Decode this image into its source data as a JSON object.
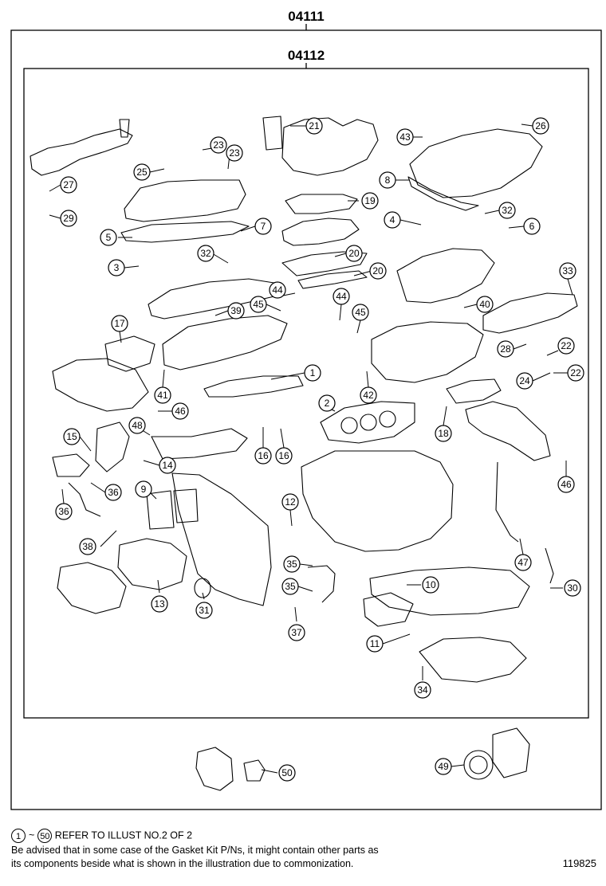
{
  "kits": {
    "outer": "04111",
    "inner": "04112"
  },
  "callouts": [
    {
      "id": "c21",
      "label": "21"
    },
    {
      "id": "c26",
      "label": "26"
    },
    {
      "id": "c43",
      "label": "43"
    },
    {
      "id": "c23a",
      "label": "23"
    },
    {
      "id": "c23b",
      "label": "23"
    },
    {
      "id": "c25",
      "label": "25"
    },
    {
      "id": "c27",
      "label": "27"
    },
    {
      "id": "c29",
      "label": "29"
    },
    {
      "id": "c8",
      "label": "8"
    },
    {
      "id": "c19",
      "label": "19"
    },
    {
      "id": "c4",
      "label": "4"
    },
    {
      "id": "c32a",
      "label": "32"
    },
    {
      "id": "c6",
      "label": "6"
    },
    {
      "id": "c5",
      "label": "5"
    },
    {
      "id": "c7",
      "label": "7"
    },
    {
      "id": "c32b",
      "label": "32"
    },
    {
      "id": "c20a",
      "label": "20"
    },
    {
      "id": "c3",
      "label": "3"
    },
    {
      "id": "c20b",
      "label": "20"
    },
    {
      "id": "c33",
      "label": "33"
    },
    {
      "id": "c44a",
      "label": "44"
    },
    {
      "id": "c44b",
      "label": "44"
    },
    {
      "id": "c45a",
      "label": "45"
    },
    {
      "id": "c45b",
      "label": "45"
    },
    {
      "id": "c39",
      "label": "39"
    },
    {
      "id": "c40",
      "label": "40"
    },
    {
      "id": "c17",
      "label": "17"
    },
    {
      "id": "c28",
      "label": "28"
    },
    {
      "id": "c22a",
      "label": "22"
    },
    {
      "id": "c22b",
      "label": "22"
    },
    {
      "id": "c24",
      "label": "24"
    },
    {
      "id": "c1",
      "label": "1"
    },
    {
      "id": "c41",
      "label": "41"
    },
    {
      "id": "c42",
      "label": "42"
    },
    {
      "id": "c2",
      "label": "2"
    },
    {
      "id": "c18",
      "label": "18"
    },
    {
      "id": "c46a",
      "label": "46"
    },
    {
      "id": "c48",
      "label": "48"
    },
    {
      "id": "c15",
      "label": "15"
    },
    {
      "id": "c16a",
      "label": "16"
    },
    {
      "id": "c16b",
      "label": "16"
    },
    {
      "id": "c14",
      "label": "14"
    },
    {
      "id": "c46b",
      "label": "46"
    },
    {
      "id": "c9",
      "label": "9"
    },
    {
      "id": "c36a",
      "label": "36"
    },
    {
      "id": "c36b",
      "label": "36"
    },
    {
      "id": "c12",
      "label": "12"
    },
    {
      "id": "c38",
      "label": "38"
    },
    {
      "id": "c47",
      "label": "47"
    },
    {
      "id": "c35a",
      "label": "35"
    },
    {
      "id": "c10",
      "label": "10"
    },
    {
      "id": "c30",
      "label": "30"
    },
    {
      "id": "c35b",
      "label": "35"
    },
    {
      "id": "c13",
      "label": "13"
    },
    {
      "id": "c31",
      "label": "31"
    },
    {
      "id": "c37",
      "label": "37"
    },
    {
      "id": "c11",
      "label": "11"
    },
    {
      "id": "c34",
      "label": "34"
    },
    {
      "id": "c49",
      "label": "49"
    },
    {
      "id": "c50",
      "label": "50"
    }
  ],
  "footer": {
    "ref_from": "1",
    "ref_sep": "~",
    "ref_to": "50",
    "ref_text": "REFER TO ILLUST NO.2 OF 2",
    "note_line1": "Be advised that in some case of the Gasket Kit P/Ns,  it might contain other parts as",
    "note_line2": "its components beside what is shown in the illustration due to commonization.",
    "illustration_number": "119825"
  }
}
